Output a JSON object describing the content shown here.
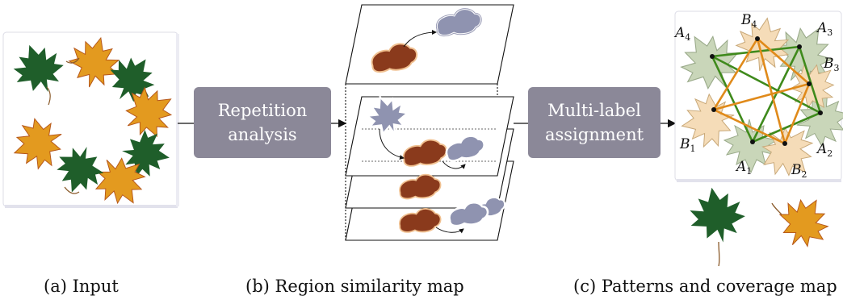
{
  "process_boxes": {
    "repetition": [
      "Repetition",
      "analysis"
    ],
    "multilabel": [
      "Multi-label",
      "assignment"
    ]
  },
  "captions": {
    "input": "(a) Input",
    "similarity": "(b) Region similarity map",
    "patterns": "(c) Patterns and coverage map"
  },
  "nodes": {
    "A1": {
      "letter": "A",
      "sub": "1"
    },
    "A2": {
      "letter": "A",
      "sub": "2"
    },
    "A3": {
      "letter": "A",
      "sub": "3"
    },
    "A4": {
      "letter": "A",
      "sub": "4"
    },
    "B1": {
      "letter": "B",
      "sub": "1"
    },
    "B2": {
      "letter": "B",
      "sub": "2"
    },
    "B3": {
      "letter": "B",
      "sub": "3"
    },
    "B4": {
      "letter": "B",
      "sub": "4"
    }
  },
  "colors": {
    "box": "#8b8898",
    "green_edges": "#3f8a1c",
    "orange_edges": "#e08a1a",
    "leaf_green": "#1f5e2a",
    "leaf_orange": "#e39a1f",
    "leaf_brown": "#8a3a1c",
    "leaf_gray": "#8f93b0"
  }
}
